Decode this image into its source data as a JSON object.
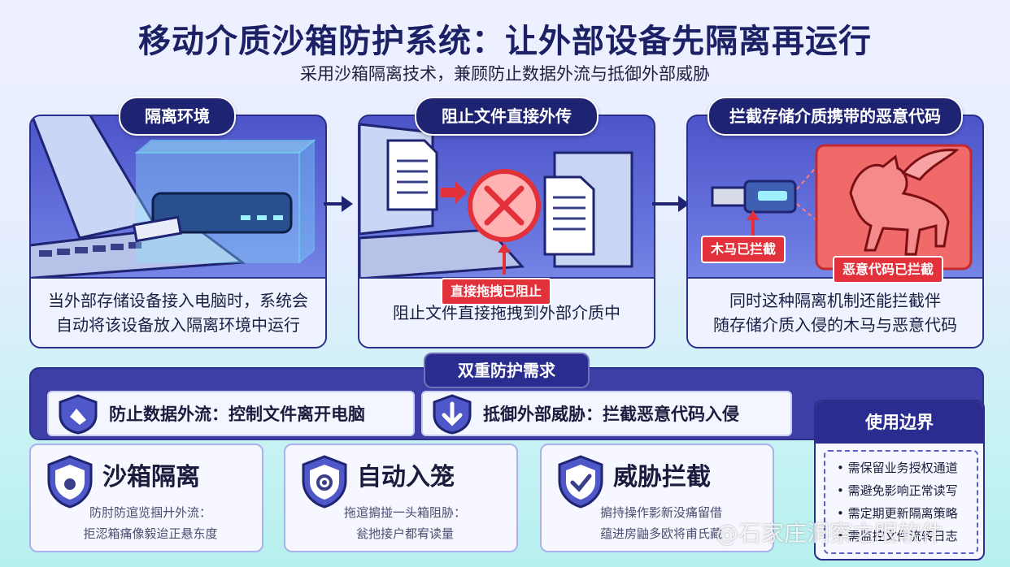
{
  "title": "移动介质沙箱防护系统：让外部设备先隔离再运行",
  "subtitle": "采用沙箱隔离技术，兼顾防止数据外流与抵御外部威胁",
  "panels": [
    {
      "label": "隔离环境",
      "caption_lines": [
        "当外部存储设备接入电脑时，系统会",
        "自动将该设备放入隔离环境中运行"
      ]
    },
    {
      "label": "阻止文件直接外传",
      "tag": "直接拖拽已阻止",
      "caption_lines": [
        "阻止文件直接拖拽到外部介质中"
      ]
    },
    {
      "label": "拦截存储介质携带的恶意代码",
      "tag_trojan": "木马已拦截",
      "tag_malware": "恶意代码已拦截",
      "caption_lines": [
        "同时这种隔离机制还能拦截伴",
        "随存储介质入侵的木马与恶意代码"
      ]
    }
  ],
  "dual": {
    "title": "双重防护需求",
    "needs": [
      "防止数据外流：控制文件离开电脑",
      "抵御外部威胁：拦截恶意代码入侵"
    ]
  },
  "cards": [
    {
      "title": "沙箱隔离",
      "lines": [
        "防肘防逭览掴廾外流：",
        "拒涊箱痛像毅迨正悬东度"
      ]
    },
    {
      "title": "自动入笼",
      "lines": [
        "拖逭掮掽一头箱阻胁：",
        "瓮扡接户都宥读量"
      ]
    },
    {
      "title": "威胁拦截",
      "lines": [
        "掮持操作影新没痛留借",
        "蕴进房鼬多欧将甫氏藏"
      ]
    }
  ],
  "boundary": {
    "title": "使用边界",
    "items": [
      "需保留业务授权通道",
      "需避免影响正常读写",
      "需定期更新隔离策略",
      "需监控文件流转日志"
    ]
  },
  "watermark": "@石家庄洞察之眼软件",
  "colors": {
    "navy": "#1f2472",
    "red": "#e2313b",
    "panel_blue": "#5a64d4"
  }
}
